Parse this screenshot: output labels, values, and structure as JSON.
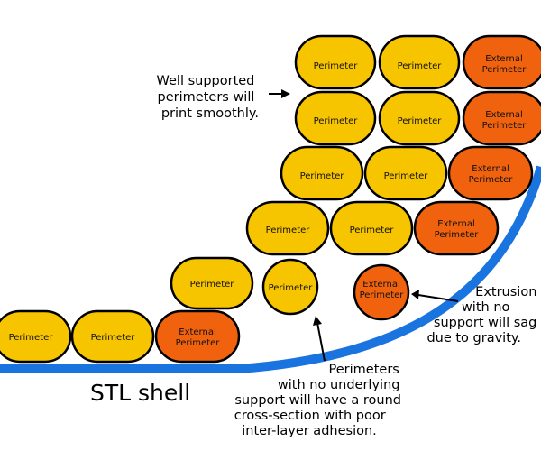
{
  "colors": {
    "perimeter_fill": "#f7c400",
    "external_fill": "#f0620e",
    "outline": "#000000",
    "shell": "#1a74e0"
  },
  "labels": {
    "perimeter": "Perimeter",
    "external": [
      "External",
      "Perimeter"
    ]
  },
  "annotations": {
    "smooth": [
      "Well supported",
      "perimeters will",
      "print smoothly."
    ],
    "sag": [
      "Extrusion",
      "with no",
      "support will sag",
      "due to gravity."
    ],
    "round": [
      "Perimeters",
      "with no underlying",
      "support will have a round",
      "cross-section with poor",
      "inter-layer adhesion."
    ],
    "shell": "STL shell"
  },
  "layers": [
    [
      "perimeter",
      "perimeter",
      "external"
    ],
    [
      "perimeter",
      "perimeter",
      "external"
    ],
    [
      "perimeter",
      "perimeter",
      "external"
    ],
    [
      "perimeter",
      "perimeter",
      "external"
    ],
    [
      "perimeter"
    ],
    [
      "perimeter",
      "perimeter",
      "external"
    ]
  ],
  "unsupported": [
    "perimeter",
    "external"
  ]
}
